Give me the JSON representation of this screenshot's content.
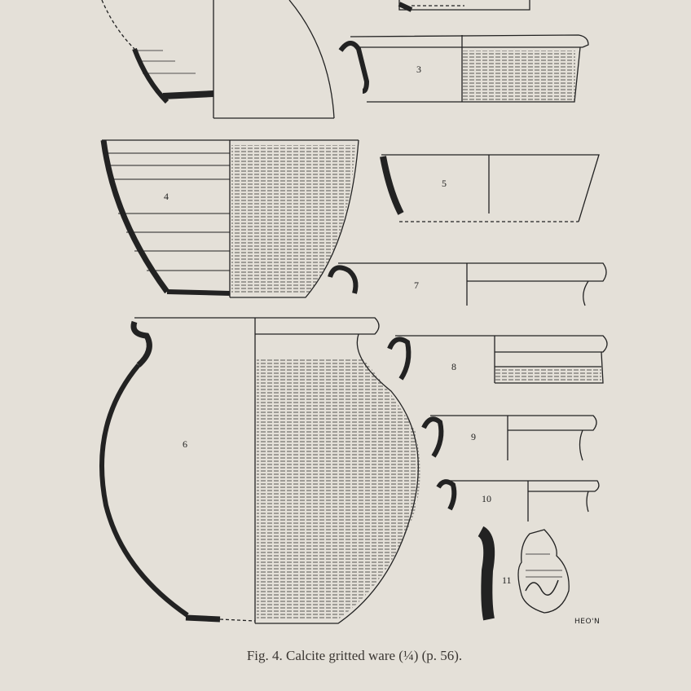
{
  "figure": {
    "caption": "Fig. 4. Calcite gritted ware (¼) (p. 56).",
    "signature": "HEO'N",
    "vessel_labels": {
      "v3": "3",
      "v4": "4",
      "v5": "5",
      "v6": "6",
      "v7": "7",
      "v8": "8",
      "v9": "9",
      "v10": "10",
      "v11": "11"
    }
  }
}
